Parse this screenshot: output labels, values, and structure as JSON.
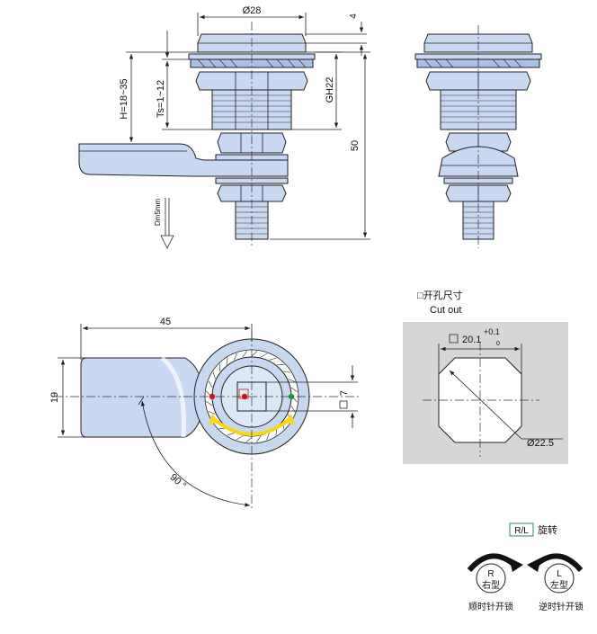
{
  "colors": {
    "part_fill": "#c7d8f0",
    "part_shade": "#a9c1e4",
    "cutout_bg": "#d6d6d6",
    "arrow_yellow": "#f5d90a",
    "dot_red": "#d41414",
    "dot_green": "#1e9e3a",
    "rl_border": "#2a8c6a"
  },
  "front_view": {
    "dia_top": "Ø28",
    "dim_4": "4",
    "H": "H=18~35",
    "Ts": "Ts=1~12",
    "GH": "GH22",
    "dim_50": "50",
    "Dm": "Dm5mm"
  },
  "bottom_view": {
    "dim_45": "45",
    "dim_19": "19",
    "dim_7": "7",
    "angle": "90 °"
  },
  "cutout": {
    "title_cn": "□开孔尺寸",
    "title_en": "Cut out",
    "square_size": "20.1",
    "tol_upper": "+0.1",
    "tol_lower": "0",
    "diameter": "Ø22.5"
  },
  "rotation": {
    "badge": "R/L",
    "label": "旋转",
    "right_letter": "R",
    "right_type": "右型",
    "right_caption": "顺时针开锁",
    "left_letter": "L",
    "left_type": "左型",
    "left_caption": "逆时针开锁"
  }
}
